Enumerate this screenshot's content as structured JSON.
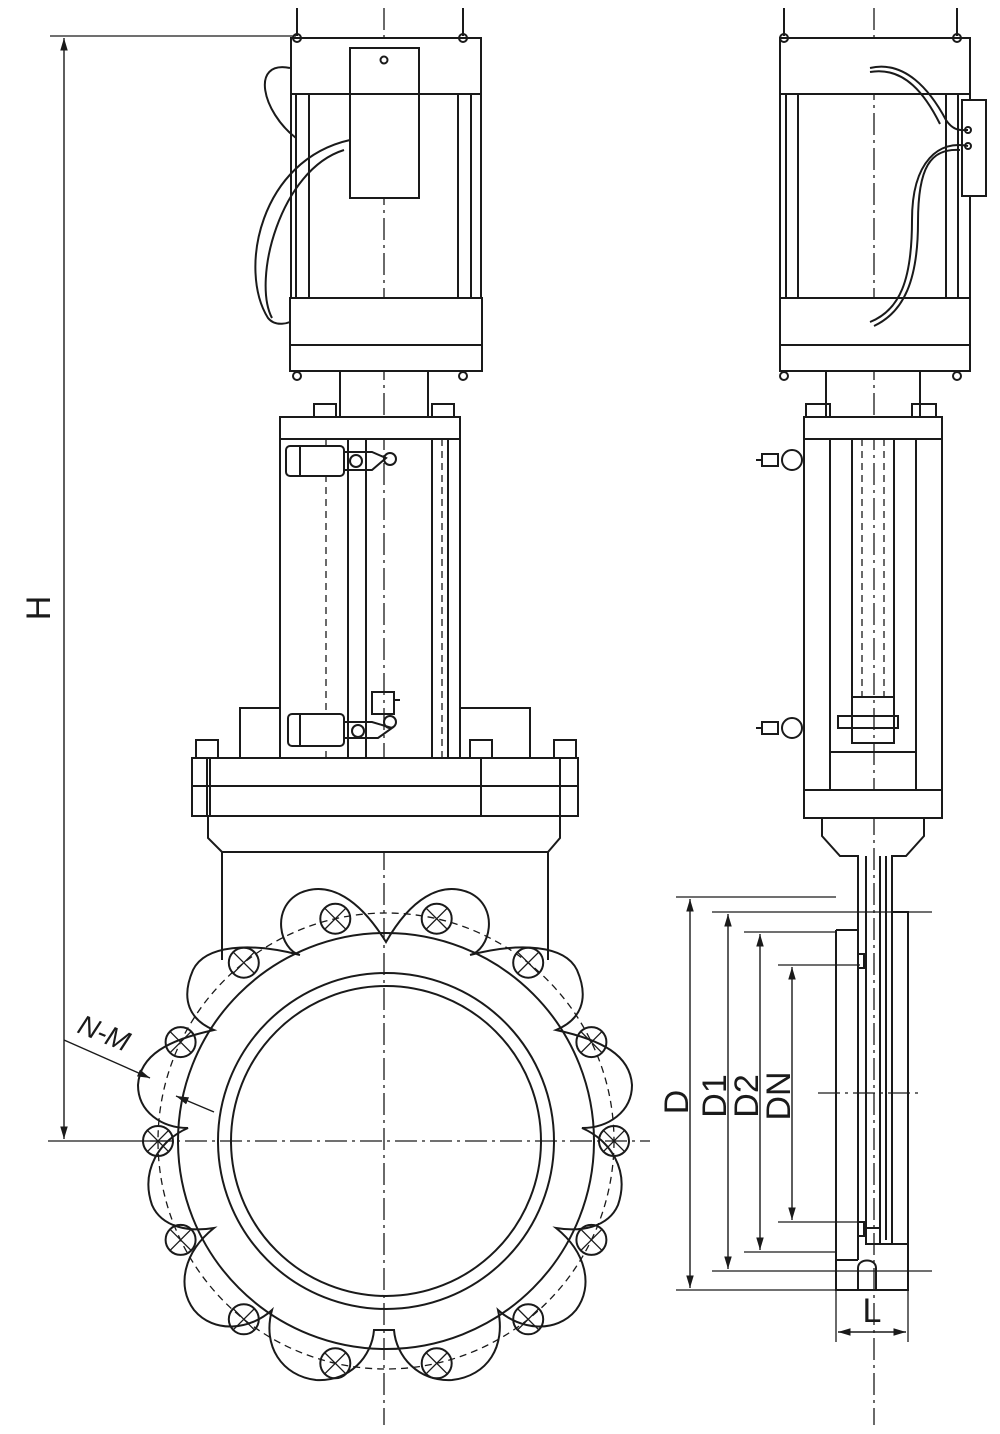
{
  "drawing": {
    "dimension_labels": {
      "height": "H",
      "bolt_holes": "N-M",
      "flange_outer_diameter": "D",
      "bolt_circle_diameter": "D1",
      "raised_face_diameter": "D2",
      "nominal_diameter": "DN",
      "face_to_face_length": "L"
    },
    "views": [
      "front-view",
      "side-view"
    ],
    "line_color": "#1a1a1a",
    "background": "#ffffff"
  }
}
